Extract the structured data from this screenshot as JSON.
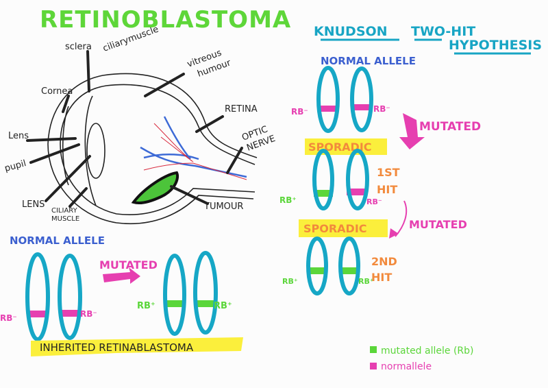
{
  "title": "RETINOBLASTOMA",
  "eye_labels": {
    "sclera": "sclera",
    "ciliary_muscle_top": "ciliarymuscle",
    "vitreous_1": "vitreous",
    "vitreous_2": "humour",
    "cornea": "Cornea",
    "retina": "RETINA",
    "optic_1": "OPTIC",
    "optic_2": "NERVE",
    "lens_top": "Lens",
    "pupil": "pupil",
    "lens_bottom": "LENS",
    "ciliary_1": "CILIARY",
    "ciliary_2": "MUSCLE",
    "tumour": "TUMOUR"
  },
  "knudson": {
    "title_1": "KNUDSON",
    "title_2": "TWO-HIT",
    "title_3": "HYPOTHESIS",
    "normal_allele": "NORMAL ALLELE",
    "rb_minus": "RB⁻",
    "rb_plus": "RB⁺",
    "mutated": "MUTATED",
    "sporadic": "SPORADIC",
    "first_hit_1": "1ST",
    "first_hit_2": "HIT",
    "second_hit_1": "2ND",
    "second_hit_2": "HIT"
  },
  "inherited": {
    "normal_allele": "NORMAL ALLELE",
    "mutated": "MUTATED",
    "rb_minus": "RB⁻",
    "rb_plus": "RB⁺",
    "caption": "INHERITED RETINABLASTOMA"
  },
  "legend": {
    "green_label": "mutated allele (Rb)",
    "pink_label": "normallele"
  },
  "colors": {
    "chromosome": "#16a7c6",
    "mutated_green": "#5bd63a",
    "normal_pink": "#e63fb0",
    "highlight": "#fbef3c",
    "sporadic_text": "#f28a3c"
  }
}
